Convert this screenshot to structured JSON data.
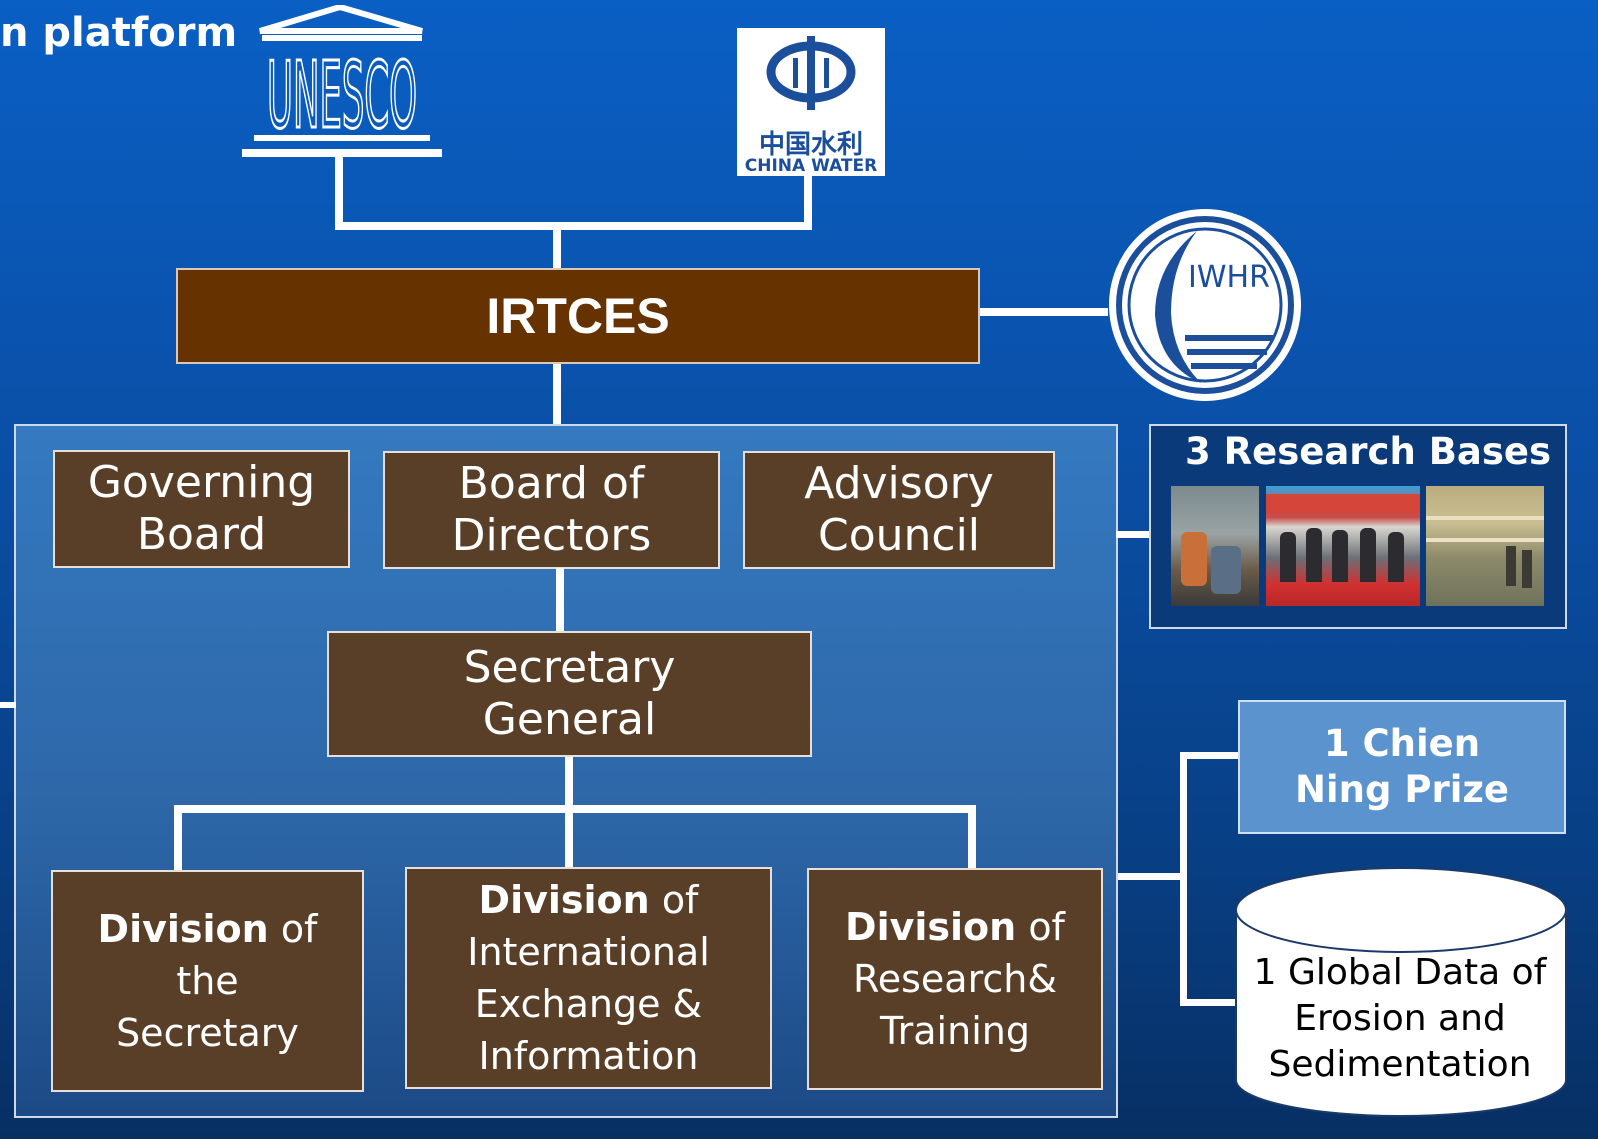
{
  "slide": {
    "title": "n platform"
  },
  "logos": {
    "unesco": "UNESCO",
    "china_water": {
      "cn": "中国水利",
      "en": "CHINA WATER"
    },
    "iwhr": "IWHR"
  },
  "chart": {
    "center": "IRTCES",
    "boards": [
      "Governing Board",
      "Board of Directors",
      "Advisory Council"
    ],
    "secretary_general": "Secretary General",
    "divisions": [
      {
        "bold": "Division",
        "rest": "of the Secretary"
      },
      {
        "bold": "Division",
        "rest": "of International Exchange & Information"
      },
      {
        "bold": "Division",
        "rest": "of Research& Training"
      }
    ]
  },
  "research_bases": {
    "title": "3 Research Bases"
  },
  "prize": "1 Chien Ning Prize",
  "database": "1 Global Data of Erosion and Sedimentation",
  "colors": {
    "center_fill": "#663300",
    "box_fill": "#5a3f28",
    "prize_fill": "#5b93cf",
    "background": "#0a4fa6"
  }
}
